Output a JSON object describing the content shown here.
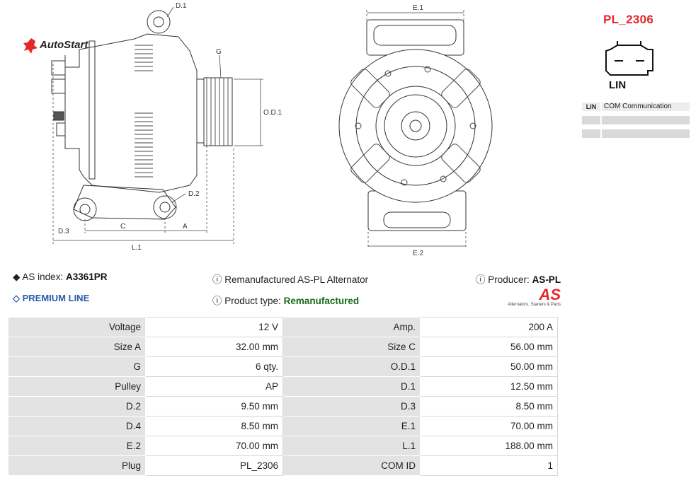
{
  "brand": {
    "logo_text": "AutoStart",
    "watermark_text": "AutoStart"
  },
  "drawing_labels": {
    "d1": "D.1",
    "d2": "D.2",
    "d3": "D.3",
    "g": "G",
    "od1": "O.D.1",
    "c": "C",
    "a": "A",
    "l1": "L.1",
    "e1": "E.1",
    "e2": "E.2"
  },
  "plug": {
    "code": "PL_2306",
    "name": "LIN",
    "pins": [
      {
        "key": "LIN",
        "value": "COM Communication"
      },
      {
        "key": "",
        "value": ""
      },
      {
        "key": "",
        "value": ""
      }
    ]
  },
  "info": {
    "as_index_label": "AS index:",
    "as_index_value": "A3361PR",
    "premium_label": "PREMIUM LINE",
    "description": "Remanufactured AS-PL Alternator",
    "product_type_label": "Product type:",
    "product_type_value": "Remanufactured",
    "producer_label": "Producer:",
    "producer_value": "AS-PL",
    "producer_logo_text": "AS",
    "producer_tagline": "Alternators, Starters & Parts"
  },
  "specs": [
    [
      "Voltage",
      "12 V",
      "Amp.",
      "200 A"
    ],
    [
      "Size A",
      "32.00 mm",
      "Size C",
      "56.00 mm"
    ],
    [
      "G",
      "6 qty.",
      "O.D.1",
      "50.00 mm"
    ],
    [
      "Pulley",
      "AP",
      "D.1",
      "12.50 mm"
    ],
    [
      "D.2",
      "9.50 mm",
      "D.3",
      "8.50 mm"
    ],
    [
      "D.4",
      "8.50 mm",
      "E.1",
      "70.00 mm"
    ],
    [
      "E.2",
      "70.00 mm",
      "L.1",
      "188.00 mm"
    ],
    [
      "Plug",
      "PL_2306",
      "COM ID",
      "1"
    ]
  ],
  "colors": {
    "brand_red": "#e5262a",
    "premium_blue": "#2a5aa8",
    "type_green": "#1b6b1b"
  }
}
